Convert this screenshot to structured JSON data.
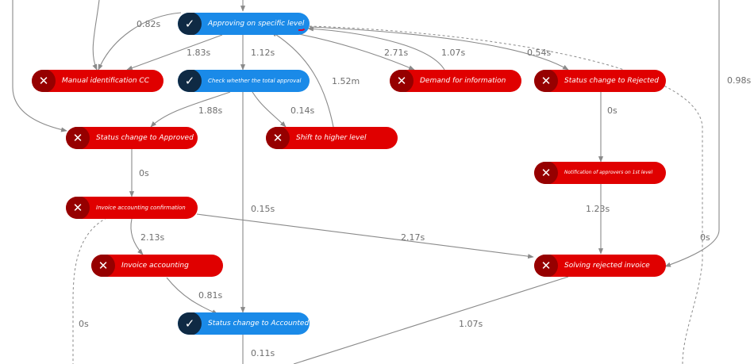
{
  "colors": {
    "success_node": "#1a8ae8",
    "success_badge": "#0f2a44",
    "failure_node": "#e00000",
    "failure_badge": "#960000",
    "edge": "#8a8a8a"
  },
  "nodes": {
    "approving": {
      "label": "Approving on specific level",
      "status": "check-icon"
    },
    "manual_cc": {
      "label": "Manual identification CC",
      "status": "x-icon"
    },
    "check_total": {
      "label": "Check whether the total approval",
      "status": "check-icon"
    },
    "demand_info": {
      "label": "Demand for information",
      "status": "x-icon"
    },
    "status_rejected": {
      "label": "Status change to Rejected",
      "status": "x-icon"
    },
    "status_approved": {
      "label": "Status change to Approved",
      "status": "x-icon"
    },
    "shift_higher": {
      "label": "Shift to higher level",
      "status": "x-icon"
    },
    "notification": {
      "label": "Notification of approvers on 1st level",
      "status": "x-icon"
    },
    "invoice_confirm": {
      "label": "Invoice accounting confirmation",
      "status": "x-icon"
    },
    "invoice_accounting": {
      "label": "Invoice accounting",
      "status": "x-icon"
    },
    "solving_rejected": {
      "label": "Solving rejected invoice",
      "status": "x-icon"
    },
    "status_accounted": {
      "label": "Status change to Accounted",
      "status": "check-icon"
    }
  },
  "edge_labels": {
    "e1": "0.82s",
    "e2": "1.83s",
    "e3": "1.12s",
    "e4": "2.71s",
    "e5": "1.07s",
    "e6": "0.54s",
    "e7": "0.98s",
    "e8": "1.88s",
    "e9": "0.14s",
    "e10": "1.52m",
    "e11": "0s",
    "e12": "0s",
    "e13": "0.15s",
    "e14": "1.23s",
    "e15": "2.13s",
    "e16": "2.17s",
    "e17": "0s",
    "e18": "0s",
    "e19": "0.81s",
    "e20": "1.07s",
    "e21": "0.11s"
  }
}
